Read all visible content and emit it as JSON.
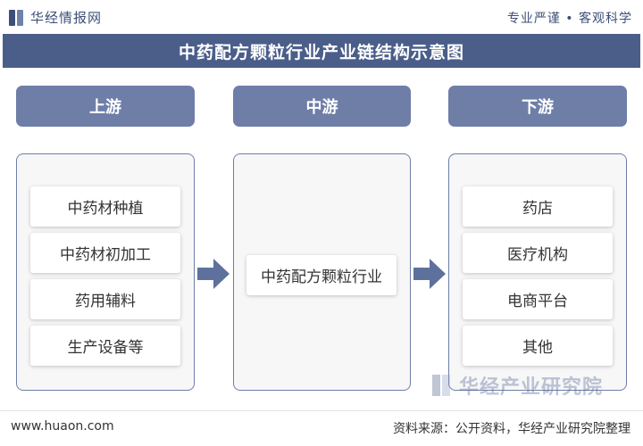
{
  "header": {
    "brand": "华经情报网",
    "slogan": "专业严谨 • 客观科学"
  },
  "title": "中药配方颗粒行业产业链结构示意图",
  "columns": {
    "upstream": {
      "label": "上游",
      "items": [
        "中药材种植",
        "中药材初加工",
        "药用辅料",
        "生产设备等"
      ]
    },
    "midstream": {
      "label": "中游",
      "items": [
        "中药配方颗粒行业"
      ]
    },
    "downstream": {
      "label": "下游",
      "items": [
        "药店",
        "医疗机构",
        "电商平台",
        "其他"
      ]
    }
  },
  "watermark": "华经产业研究院",
  "footer": {
    "site": "www.huaon.com",
    "source": "资料来源：公开资料，华经产业研究院整理"
  },
  "colors": {
    "title_bar": "#4b5e8a",
    "header": "#6e7ea7",
    "arrow": "#5e719c"
  },
  "icons": {
    "flow": "right-arrow-icon",
    "brand": "huajing-logo-icon"
  }
}
